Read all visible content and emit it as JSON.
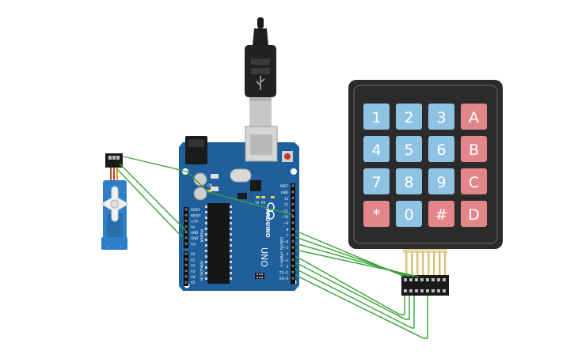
{
  "colors": {
    "board": "#1f5f9b",
    "board_dark": "#174e82",
    "wire": "#3aa33a",
    "key_blue": "#8ec3e4",
    "key_red": "#e3868a",
    "keypad_body": "#2b2b2b",
    "servo_body": "#2f7fc8"
  },
  "arduino": {
    "brand": "ARDUINO",
    "model": "UNO",
    "section_power": "POWER",
    "section_analog": "ANALOG IN",
    "section_digital": "DIGITAL (PWM~)",
    "led_tx": "TX",
    "led_rx": "RX",
    "led_l": "L",
    "led_on": "ON",
    "power_pins": [
      "IOREF",
      "RESET",
      "3.3V",
      "5V",
      "GND",
      "GND",
      "Vin"
    ],
    "analog_pins": [
      "A0",
      "A1",
      "A2",
      "A3",
      "A4",
      "A5"
    ],
    "digital_pins": [
      "AREF",
      "GND",
      "13",
      "12",
      "~11",
      "~10",
      "~9",
      "8",
      "7",
      "~6",
      "~5",
      "4",
      "~3",
      "2",
      "TX→1",
      "RX←0"
    ]
  },
  "keypad": {
    "keys": [
      [
        "1",
        "2",
        "3",
        "A"
      ],
      [
        "4",
        "5",
        "6",
        "B"
      ],
      [
        "7",
        "8",
        "9",
        "C"
      ],
      [
        "*",
        "0",
        "#",
        "D"
      ]
    ]
  }
}
